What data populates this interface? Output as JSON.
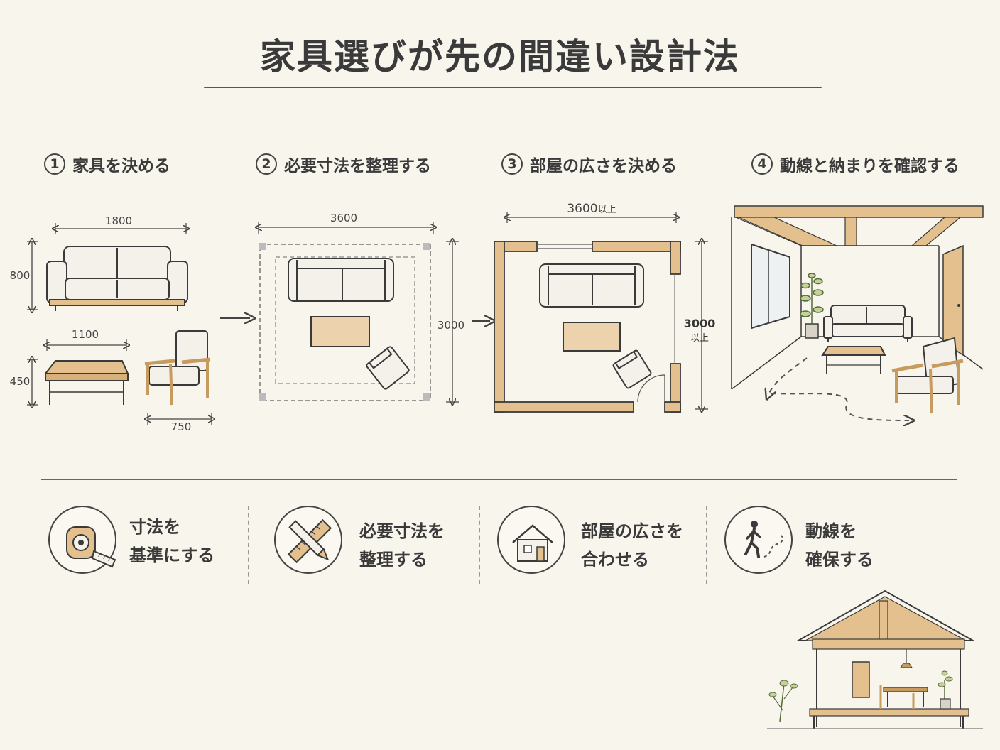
{
  "title": "家具選びが先の間違い設計法",
  "steps": [
    {
      "num": "1",
      "label": "家具を決める"
    },
    {
      "num": "2",
      "label": "必要寸法を整理する"
    },
    {
      "num": "3",
      "label": "部屋の広さを決める"
    },
    {
      "num": "4",
      "label": "動線と納まりを確認する"
    }
  ],
  "dimensions": {
    "sofa_width": "1800",
    "sofa_height": "800",
    "table_width": "1100",
    "table_height": "450",
    "chair_width": "750",
    "area_width": "3600",
    "area_depth": "3000",
    "room_width": "3600",
    "room_width_suffix": "以上",
    "room_depth": "3000",
    "room_depth_suffix": "以上"
  },
  "tips": [
    {
      "icon": "tape-measure-icon",
      "line1": "寸法を",
      "line2": "基準にする"
    },
    {
      "icon": "ruler-pencil-icon",
      "line1": "必要寸法を",
      "line2": "整理する"
    },
    {
      "icon": "house-icon",
      "line1": "部屋の広さを",
      "line2": "合わせる"
    },
    {
      "icon": "walking-person-icon",
      "line1": "動線を",
      "line2": "確保する"
    }
  ],
  "colors": {
    "background": "#f8f5ec",
    "ink": "#3a3a3a",
    "wood": "#e3c08e",
    "wood_dark": "#c79a5e"
  }
}
